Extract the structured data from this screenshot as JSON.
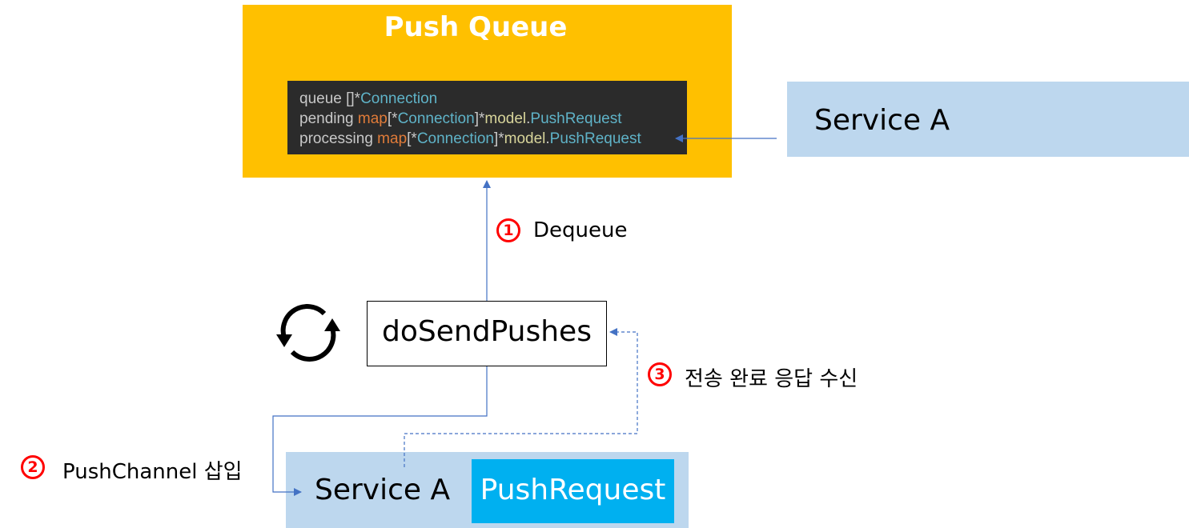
{
  "push_queue": {
    "title": "Push Queue",
    "code": {
      "line1": {
        "name": "queue",
        "brackets": "[]*",
        "type": "Connection"
      },
      "line2": {
        "name": "pending",
        "map_kw": "map",
        "open": "[*",
        "key_type": "Connection",
        "close": "]*",
        "pkg": "model",
        "dot": ".",
        "value_type": "PushRequest"
      },
      "line3": {
        "name": "processing",
        "map_kw": "map",
        "open": "[*",
        "key_type": "Connection",
        "close": "]*",
        "pkg": "model",
        "dot": ".",
        "value_type": "PushRequest"
      }
    }
  },
  "service_top": {
    "label": "Service A"
  },
  "worker": {
    "label": "doSendPushes",
    "icon": "refresh-cycle-icon"
  },
  "service_bottom": {
    "label": "Service A",
    "payload_label": "PushRequest"
  },
  "steps": [
    {
      "number": "1",
      "text": "Dequeue"
    },
    {
      "number": "2",
      "text": "PushChannel 삽입"
    },
    {
      "number": "3",
      "text": "전송 완료 응답 수신"
    }
  ],
  "colors": {
    "queue_bg": "#ffc000",
    "code_bg": "#2b2b2b",
    "service_bg": "#bdd7ee",
    "payload_bg": "#00b0f0",
    "arrow": "#4472c4",
    "step_marker": "#ff0000"
  }
}
